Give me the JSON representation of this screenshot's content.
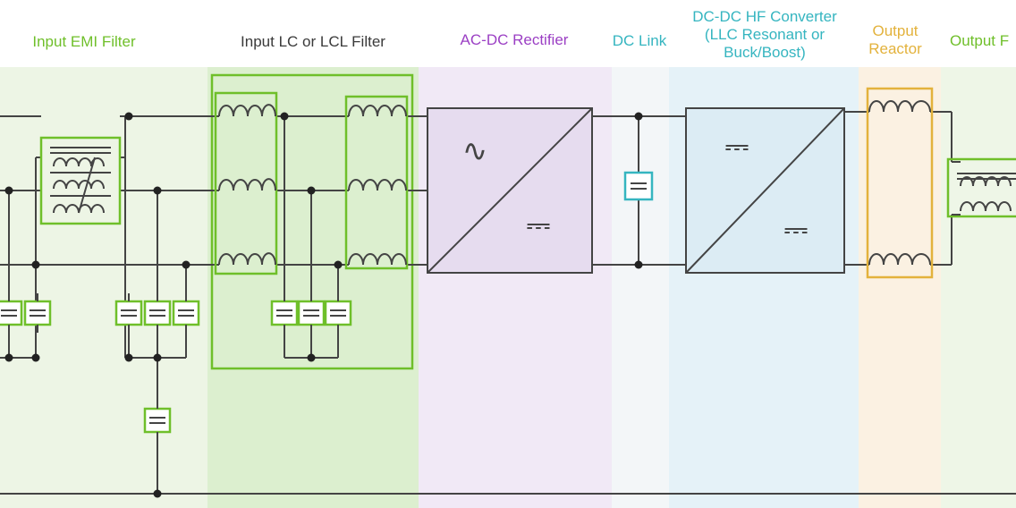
{
  "sections": {
    "emi": {
      "label": "Input EMI Filter",
      "color": "#6fbf2a",
      "bg": "#edf5e5"
    },
    "lc": {
      "label": "Input LC or LCL Filter",
      "color": "#3a3a3a",
      "bg": "#dcefcf"
    },
    "rect": {
      "label": "AC-DC Rectifier",
      "color": "#9b3fc4",
      "bg": "#f1e9f6"
    },
    "link": {
      "label": "DC Link",
      "color": "#35b5c0",
      "bg": "#f3f6f8"
    },
    "dcdc": {
      "label": "DC-DC HF Converter\n(LLC Resonant or\nBuck/Boost)",
      "color": "#35b5c0",
      "bg": "#e5f2f8"
    },
    "reactor": {
      "label": "Output\nReactor",
      "color": "#e3b23c",
      "bg": "#fbf1e2"
    },
    "out": {
      "label": "Output F",
      "color": "#6fbf2a",
      "bg": "#eef6e7"
    }
  },
  "colors": {
    "wire": "#444444",
    "green": "#6fbf2a",
    "rectifier_fill": "#e6dcef",
    "converter_fill": "#dcecf4",
    "dclink_cap": "#35b5c0",
    "reactor_box": "#e3b23c"
  },
  "symbols": {
    "ac": "∿",
    "dc": "⎓"
  }
}
